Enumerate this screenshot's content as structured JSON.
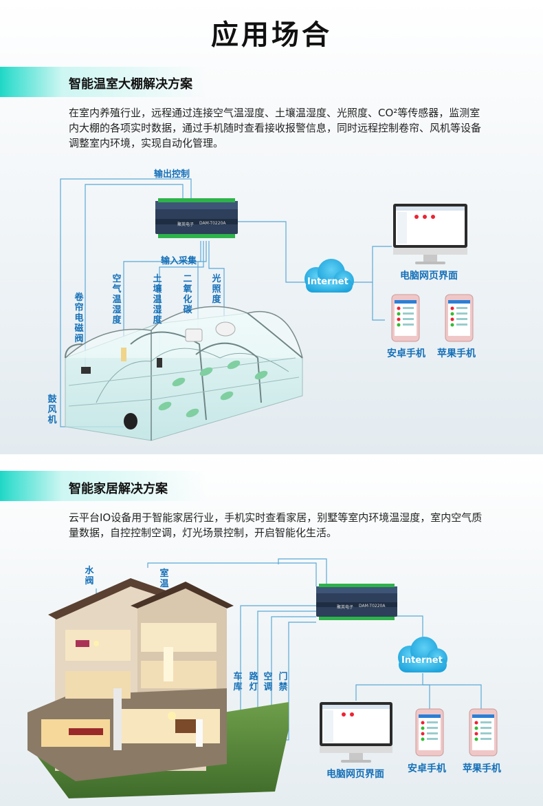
{
  "page_title": "应用场合",
  "greenhouse": {
    "title": "智能温室大棚解决方案",
    "desc": "在室内养殖行业，远程通过连接空气温湿度、土壤温湿度、光照度、CO²等传感器，监测室内大棚的各项实时数据，通过手机随时查看接收报警信息，同时远程控制卷帘、风机等设备调整室内环境，实现自动化管理。",
    "output_label": "输出控制",
    "input_label": "输入采集",
    "device_brand": "聚英电子",
    "device_model": "DAM-T0220A",
    "sensors": [
      "空气温湿度",
      "土壤温湿度",
      "二氧化碳",
      "光照度"
    ],
    "actuators": [
      "卷帘电磁阀",
      "鼓风机"
    ],
    "internet": "Internet",
    "pc_label": "电脑网页界面",
    "android_label": "安卓手机",
    "iphone_label": "苹果手机"
  },
  "smarthome": {
    "title": "智能家居解决方案",
    "desc": "云平台IO设备用于智能家居行业，手机实时查看家居，别墅等室内环境温湿度，室内空气质量数据，自控控制空调，灯光场景控制，开启智能化生活。",
    "top_labels": [
      "水阀",
      "室温"
    ],
    "side_labels": [
      "车库",
      "路灯",
      "空调",
      "门禁"
    ],
    "device_brand": "聚英电子",
    "device_model": "DAM-T0220A",
    "internet": "Internet",
    "pc_label": "电脑网页界面",
    "android_label": "安卓手机",
    "iphone_label": "苹果手机"
  },
  "colors": {
    "accent": "#1fd6c5",
    "line": "#5aa9d6",
    "label": "#1570b8",
    "cloud": "#2bb8e8",
    "device": "#2d3f5a"
  }
}
